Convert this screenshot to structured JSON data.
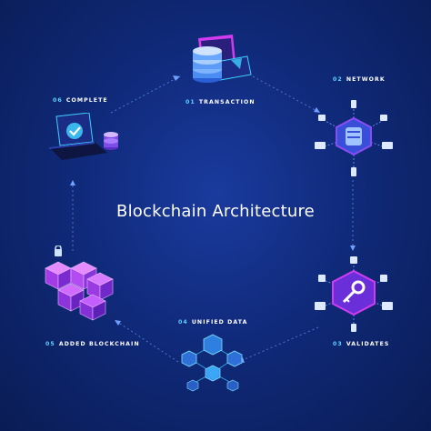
{
  "title": "Blockchain Architecture",
  "steps": [
    {
      "num": "01",
      "label": "TRANSACTION"
    },
    {
      "num": "02",
      "label": "NETWORK"
    },
    {
      "num": "03",
      "label": "VALIDATES"
    },
    {
      "num": "04",
      "label": "UNIFIED DATA"
    },
    {
      "num": "05",
      "label": "ADDED BLOCKCHAIN"
    },
    {
      "num": "06",
      "label": "COMPLETE"
    }
  ],
  "colors": {
    "background": "#102a7a",
    "accent_cyan": "#3fd0ff",
    "accent_magenta": "#d23cf0",
    "accent_violet": "#8a4cf5"
  },
  "icons": [
    "database-laptop-icon",
    "network-node-icon",
    "key-validation-icon",
    "unified-data-cubes-icon",
    "blockchain-cubes-lock-icon",
    "checkmark-laptop-icon"
  ]
}
